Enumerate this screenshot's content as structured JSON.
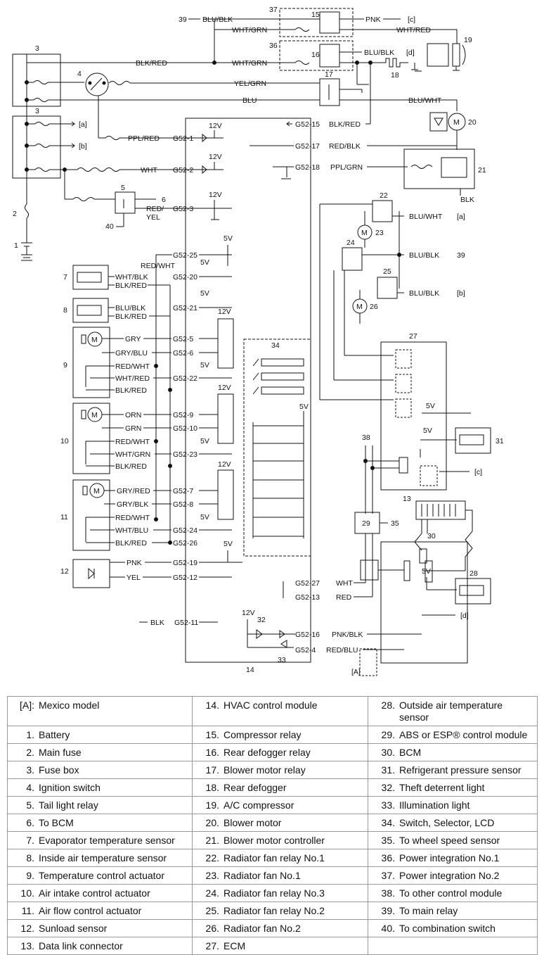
{
  "labels": {
    "w_blublk_top": "BLU/BLK",
    "w_pnk_top": "PNK",
    "ref_c_top": "[c]",
    "w_whtgrn_37": "WHT/GRN",
    "w_whtred_top": "WHT/RED",
    "w_blkred_3": "BLK/RED",
    "w_whtgrn_36": "WHT/GRN",
    "w_blublk_d": "BLU/BLK",
    "ref_d_top": "[d]",
    "w_yelgrn": "YEL/GRN",
    "w_blu": "BLU",
    "w_bluwht_20": "BLU/WHT",
    "w_pplred": "PPL/RED",
    "w_wht": "WHT",
    "w_redyel": "RED/",
    "w_redyel2": "YEL",
    "ref_a": "[a]",
    "ref_b": "[b]",
    "g52_15": "G52-15",
    "w_blkred_15": "BLK/RED",
    "g52_17": "G52-17",
    "w_redblk_17": "RED/BLK",
    "g52_18": "G52-18",
    "w_pplgrn_18": "PPL/GRN",
    "g52_1": "G52-1",
    "g52_2": "G52-2",
    "g52_3": "G52-3",
    "v12_1": "12V",
    "v12_2": "12V",
    "v12_3": "12V",
    "w_blk_21": "BLK",
    "w_bluwht_22": "BLU/WHT",
    "ref_a_22": "[a]",
    "w_blublk_24": "BLU/BLK",
    "w_blublk_25": "BLU/BLK",
    "ref_b_25": "[b]",
    "g52_25": "G52-25",
    "v5_25": "5V",
    "w_redwht_25": "RED/WHT",
    "v5_20": "5V",
    "w_whtblk_7": "WHT/BLK",
    "g52_20": "G52-20",
    "w_blkred_7": "BLK/RED",
    "v5_21": "5V",
    "w_blublk_8": "BLU/BLK",
    "g52_21": "G52-21",
    "w_blkred_8": "BLK/RED",
    "w_gry": "GRY",
    "g52_5": "G52-5",
    "w_grybll": "GRY/BLU",
    "g52_6": "G52-6",
    "w_redwht_9": "RED/WHT",
    "w_whtred_9": "WHT/RED",
    "g52_22": "G52-22",
    "w_blkred_9": "BLK/RED",
    "v12_9": "12V",
    "v5_22": "5V",
    "w_orn": "ORN",
    "g52_9": "G52-9",
    "w_grn": "GRN",
    "g52_10": "G52-10",
    "w_redwht_10": "RED/WHT",
    "w_whtgrn_10": "WHT/GRN",
    "g52_23": "G52-23",
    "w_blkred_10": "BLK/RED",
    "v12_10": "12V",
    "v5_23": "5V",
    "w_gryred": "GRY/RED",
    "g52_7": "G52-7",
    "w_gryblk": "GRY/BLK",
    "g52_8": "G52-8",
    "w_redwht_11": "RED/WHT",
    "w_whtblu_11": "WHT/BLU",
    "g52_24": "G52-24",
    "w_blkred_11": "BLK/RED",
    "g52_26": "G52-26",
    "v12_11": "12V",
    "v5_24": "5V",
    "w_pnk_12": "PNK",
    "g52_19": "G52-19",
    "v5_19": "5V",
    "w_yel_12": "YEL",
    "g52_12": "G52-12",
    "w_blk_11": "BLK",
    "g52_11": "G52-11",
    "v12_32": "12V",
    "g52_16": "G52-16",
    "w_pnkblk": "PNK/BLK",
    "g52_4": "G52-4",
    "w_redblu": "RED/BLU",
    "g52_27": "G52-27",
    "w_wht_27": "WHT",
    "g52_13": "G52-13",
    "w_red_13": "RED",
    "v5_34": "5V",
    "v5_27a": "5V",
    "v5_27b": "5V",
    "ref_c_27": "[c]",
    "v5_30": "5V",
    "ref_d_30": "[d]",
    "ref_A": "[A]"
  },
  "components": {
    "n1": "1",
    "n2": "2",
    "n3a": "3",
    "n3b": "3",
    "n4": "4",
    "n5": "5",
    "n6": "6",
    "n7": "7",
    "n8": "8",
    "n9": "9",
    "n10": "10",
    "n11": "11",
    "n12": "12",
    "n13": "13",
    "n14": "14",
    "n15": "15",
    "n16": "16",
    "n17": "17",
    "n18": "18",
    "n19": "19",
    "n20": "20",
    "n21": "21",
    "n22": "22",
    "n23": "23",
    "n24": "24",
    "n25": "25",
    "n26": "26",
    "n27": "27",
    "n28": "28",
    "n29": "29",
    "n30": "30",
    "n31": "31",
    "n32": "32",
    "n33": "33",
    "n34": "34",
    "n35": "35",
    "n36": "36",
    "n37": "37",
    "n38": "38",
    "n39a": "39",
    "n39b": "39",
    "n40": "40"
  },
  "legend": [
    [
      {
        "num": "[A]:",
        "text": "Mexico model"
      },
      {
        "num": "1.",
        "text": "Battery"
      },
      {
        "num": "2.",
        "text": "Main fuse"
      },
      {
        "num": "3.",
        "text": "Fuse box"
      },
      {
        "num": "4.",
        "text": "Ignition switch"
      },
      {
        "num": "5.",
        "text": "Tail light relay"
      },
      {
        "num": "6.",
        "text": "To BCM"
      },
      {
        "num": "7.",
        "text": "Evaporator temperature sensor"
      },
      {
        "num": "8.",
        "text": "Inside air temperature sensor"
      },
      {
        "num": "9.",
        "text": "Temperature control actuator"
      },
      {
        "num": "10.",
        "text": "Air intake control actuator"
      },
      {
        "num": "11.",
        "text": "Air flow control actuator"
      },
      {
        "num": "12.",
        "text": "Sunload sensor"
      },
      {
        "num": "13.",
        "text": "Data link connector"
      }
    ],
    [
      {
        "num": "14.",
        "text": "HVAC control module"
      },
      {
        "num": "15.",
        "text": "Compressor relay"
      },
      {
        "num": "16.",
        "text": "Rear defogger relay"
      },
      {
        "num": "17.",
        "text": "Blower motor relay"
      },
      {
        "num": "18.",
        "text": "Rear defogger"
      },
      {
        "num": "19.",
        "text": "A/C compressor"
      },
      {
        "num": "20.",
        "text": "Blower motor"
      },
      {
        "num": "21.",
        "text": "Blower motor controller"
      },
      {
        "num": "22.",
        "text": "Radiator fan relay No.1"
      },
      {
        "num": "23.",
        "text": "Radiator fan No.1"
      },
      {
        "num": "24.",
        "text": "Radiator fan relay No.3"
      },
      {
        "num": "25.",
        "text": "Radiator fan relay No.2"
      },
      {
        "num": "26.",
        "text": "Radiator fan No.2"
      },
      {
        "num": "27.",
        "text": "ECM"
      }
    ],
    [
      {
        "num": "28.",
        "text": "Outside air temperature sensor"
      },
      {
        "num": "29.",
        "text": "ABS or ESP® control module"
      },
      {
        "num": "30.",
        "text": "BCM"
      },
      {
        "num": "31.",
        "text": "Refrigerant pressure sensor"
      },
      {
        "num": "32.",
        "text": "Theft deterrent light"
      },
      {
        "num": "33.",
        "text": "Illumination light"
      },
      {
        "num": "34.",
        "text": "Switch, Selector, LCD"
      },
      {
        "num": "35.",
        "text": "To wheel speed sensor"
      },
      {
        "num": "36.",
        "text": "Power integration No.1"
      },
      {
        "num": "37.",
        "text": "Power integration No.2"
      },
      {
        "num": "38.",
        "text": "To other control module"
      },
      {
        "num": "39.",
        "text": "To main relay"
      },
      {
        "num": "40.",
        "text": "To combination switch"
      },
      {
        "num": "",
        "text": ""
      }
    ]
  ]
}
